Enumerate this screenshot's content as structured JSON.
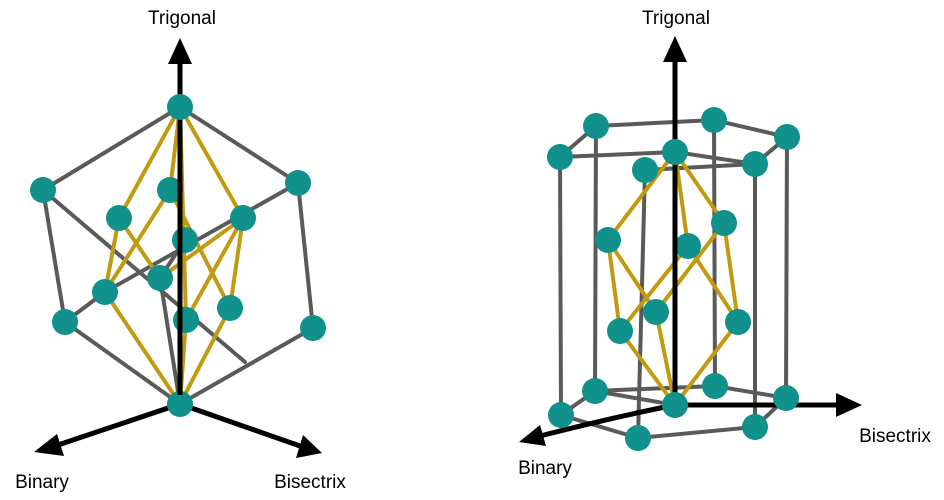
{
  "left_diagram": {
    "axis_labels": {
      "trigonal": "Trigonal",
      "binary": "Binary",
      "bisectrix": "Bisectrix"
    }
  },
  "right_diagram": {
    "axis_labels": {
      "trigonal": "Trigonal",
      "binary": "Binary",
      "bisectrix": "Bisectrix"
    }
  },
  "colors": {
    "atom": "#11918c",
    "outer_bond": "#5a5a5a",
    "inner_bond": "#c29a0f",
    "axis": "#000000"
  }
}
